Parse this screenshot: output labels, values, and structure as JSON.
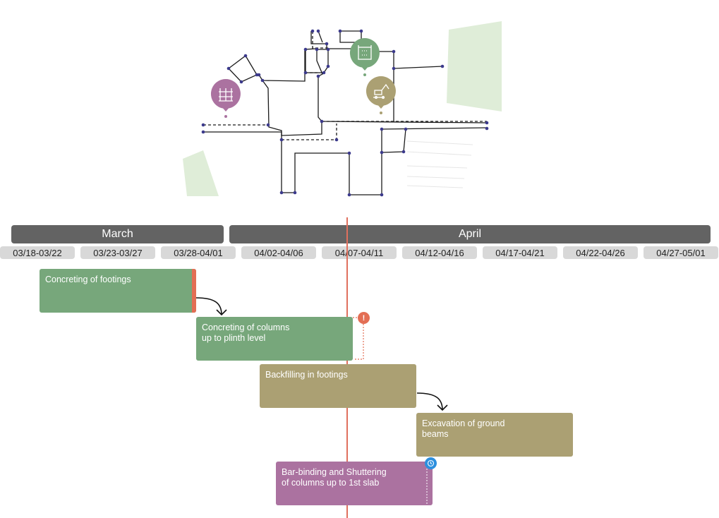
{
  "timeline": {
    "months": [
      "March",
      "April"
    ],
    "weeks": [
      "03/18-03/22",
      "03/23-03/27",
      "03/28-04/01",
      "04/02-04/06",
      "04/07-04/11",
      "04/12-04/16",
      "04/17-04/21",
      "04/22-04/26",
      "04/27-05/01"
    ]
  },
  "tasks": [
    {
      "label": "Concreting of footings",
      "color": "#77a77b"
    },
    {
      "label": "Concreting of columns\nup to plinth level",
      "color": "#77a77b"
    },
    {
      "label": "Backfilling in footings",
      "color": "#aba073"
    },
    {
      "label": "Excavation of ground\nbeams",
      "color": "#aba073"
    },
    {
      "label": "Bar-binding and Shuttering\nof columns up to 1st slab",
      "color": "#ab72a0"
    }
  ],
  "badges": {
    "warning": "!",
    "info": "clock-icon"
  },
  "plan_pins": [
    "scaffold-icon",
    "formwork-icon",
    "excavator-icon"
  ],
  "colors": {
    "month_bar": "#636363",
    "week_cell": "#d8d8d8",
    "today_line": "#e0705e",
    "pin_purple": "#ab72a0",
    "pin_green": "#77a77b",
    "pin_olive": "#aba073"
  }
}
